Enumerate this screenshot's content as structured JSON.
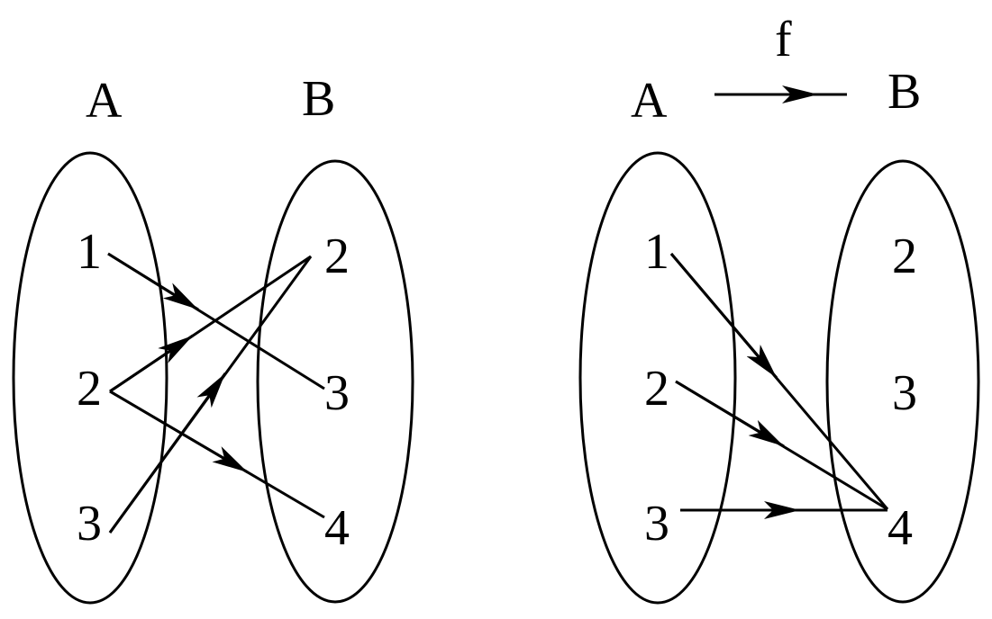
{
  "left": {
    "set_a_label": "A",
    "set_b_label": "B",
    "a_elements": [
      "1",
      "2",
      "3"
    ],
    "b_elements": [
      "2",
      "3",
      "4"
    ],
    "mappings": [
      [
        "1",
        "3"
      ],
      [
        "2",
        "2"
      ],
      [
        "3",
        "2"
      ],
      [
        "2",
        "4"
      ]
    ]
  },
  "right": {
    "set_a_label": "A",
    "set_b_label": "B",
    "function_label": "f",
    "a_elements": [
      "1",
      "2",
      "3"
    ],
    "b_elements": [
      "2",
      "3",
      "4"
    ],
    "mappings": [
      [
        "1",
        "4"
      ],
      [
        "2",
        "4"
      ],
      [
        "3",
        "4"
      ]
    ]
  }
}
